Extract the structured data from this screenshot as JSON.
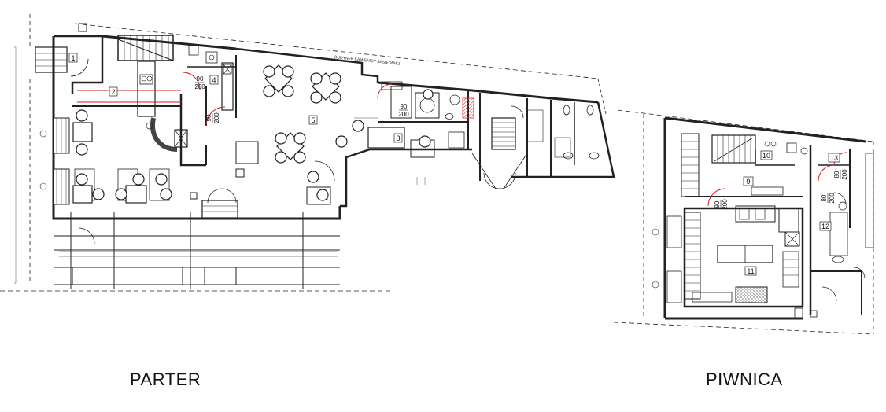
{
  "captions": {
    "ground_floor": "PARTER",
    "basement": "PIWNICA"
  },
  "neighbor_label": "BUDYNEK KAMIENICY SĄSIEDNIEJ",
  "ground_rooms": [
    "1",
    "2",
    "4",
    "5",
    "8"
  ],
  "basement_rooms": [
    "9",
    "10",
    "11",
    "12",
    "13"
  ],
  "door_sizes": {
    "a": [
      "90",
      "200"
    ],
    "b": [
      "90",
      "200"
    ],
    "c": [
      "90",
      "200"
    ],
    "d": [
      "90",
      "200"
    ],
    "e": [
      "80",
      "200"
    ],
    "f": [
      "80",
      "200"
    ]
  },
  "colors": {
    "wall": "#222222",
    "door_swing": "#d21f1f",
    "hatch": "#e03030"
  }
}
